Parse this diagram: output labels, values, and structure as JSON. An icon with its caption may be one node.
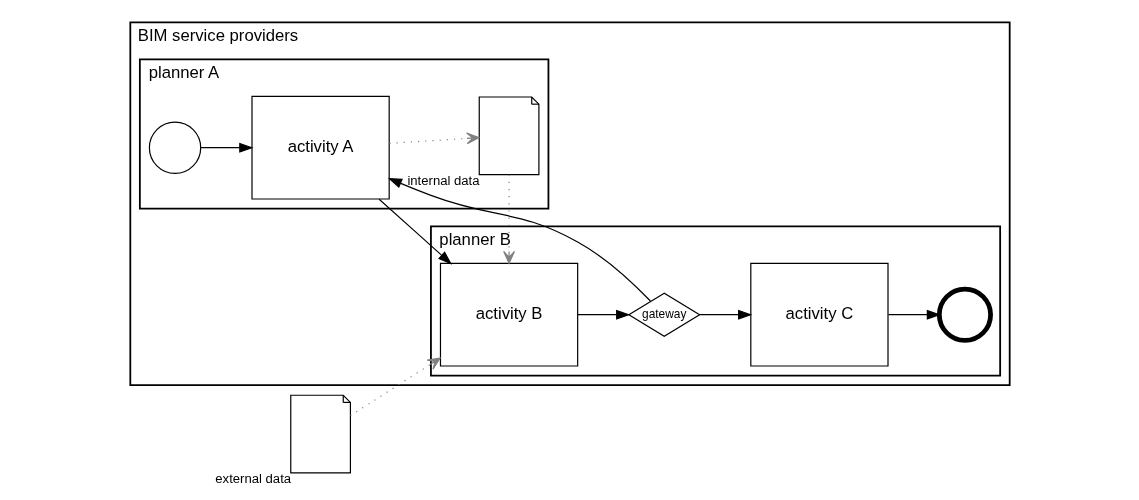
{
  "diagram": {
    "nodes": [
      {
        "text": [
          "BIM service providers"
        ]
      },
      {
        "text": [
          "planner A"
        ],
        "in": 0
      },
      {
        "text": [
          "planner B"
        ],
        "in": 0
      },
      {
        "text": [],
        "shape": "circle",
        "in": 1
      },
      {
        "text": [
          "activity A"
        ],
        "in": 1
      },
      {
        "text": [],
        "shape": "document",
        "beside": [
          "internal data"
        ],
        "in": 1
      },
      {
        "text": [
          "activity B"
        ],
        "in": 2
      },
      {
        "text": [
          "gateway"
        ],
        "in": 2
      },
      {
        "text": [
          "activity C"
        ],
        "in": 2
      },
      {
        "text": [],
        "shape": "circle",
        "in": 2
      },
      {
        "text": [],
        "shape": "document",
        "beside": [
          "external data"
        ]
      }
    ],
    "edges": [
      {
        "from": 3,
        "to": 4,
        "arrow": "to"
      },
      {
        "from": 4,
        "to": 5,
        "arrow": "to",
        "style": "dashed",
        "color": "#808080"
      },
      {
        "from": 5,
        "to": 6,
        "arrow": "to",
        "style": "dashed",
        "color": "#808080"
      },
      {
        "from": 4,
        "to": 6,
        "arrow": "to"
      },
      {
        "from": 6,
        "to": 7,
        "arrow": "to"
      },
      {
        "from": 7,
        "to": 8,
        "arrow": "to"
      },
      {
        "from": 8,
        "to": 9,
        "arrow": "to"
      },
      {
        "from": 7,
        "to": 4,
        "arrow": "to"
      },
      {
        "from": 10,
        "to": 6,
        "arrow": "to",
        "style": "dashed",
        "color": "#808080"
      }
    ]
  }
}
